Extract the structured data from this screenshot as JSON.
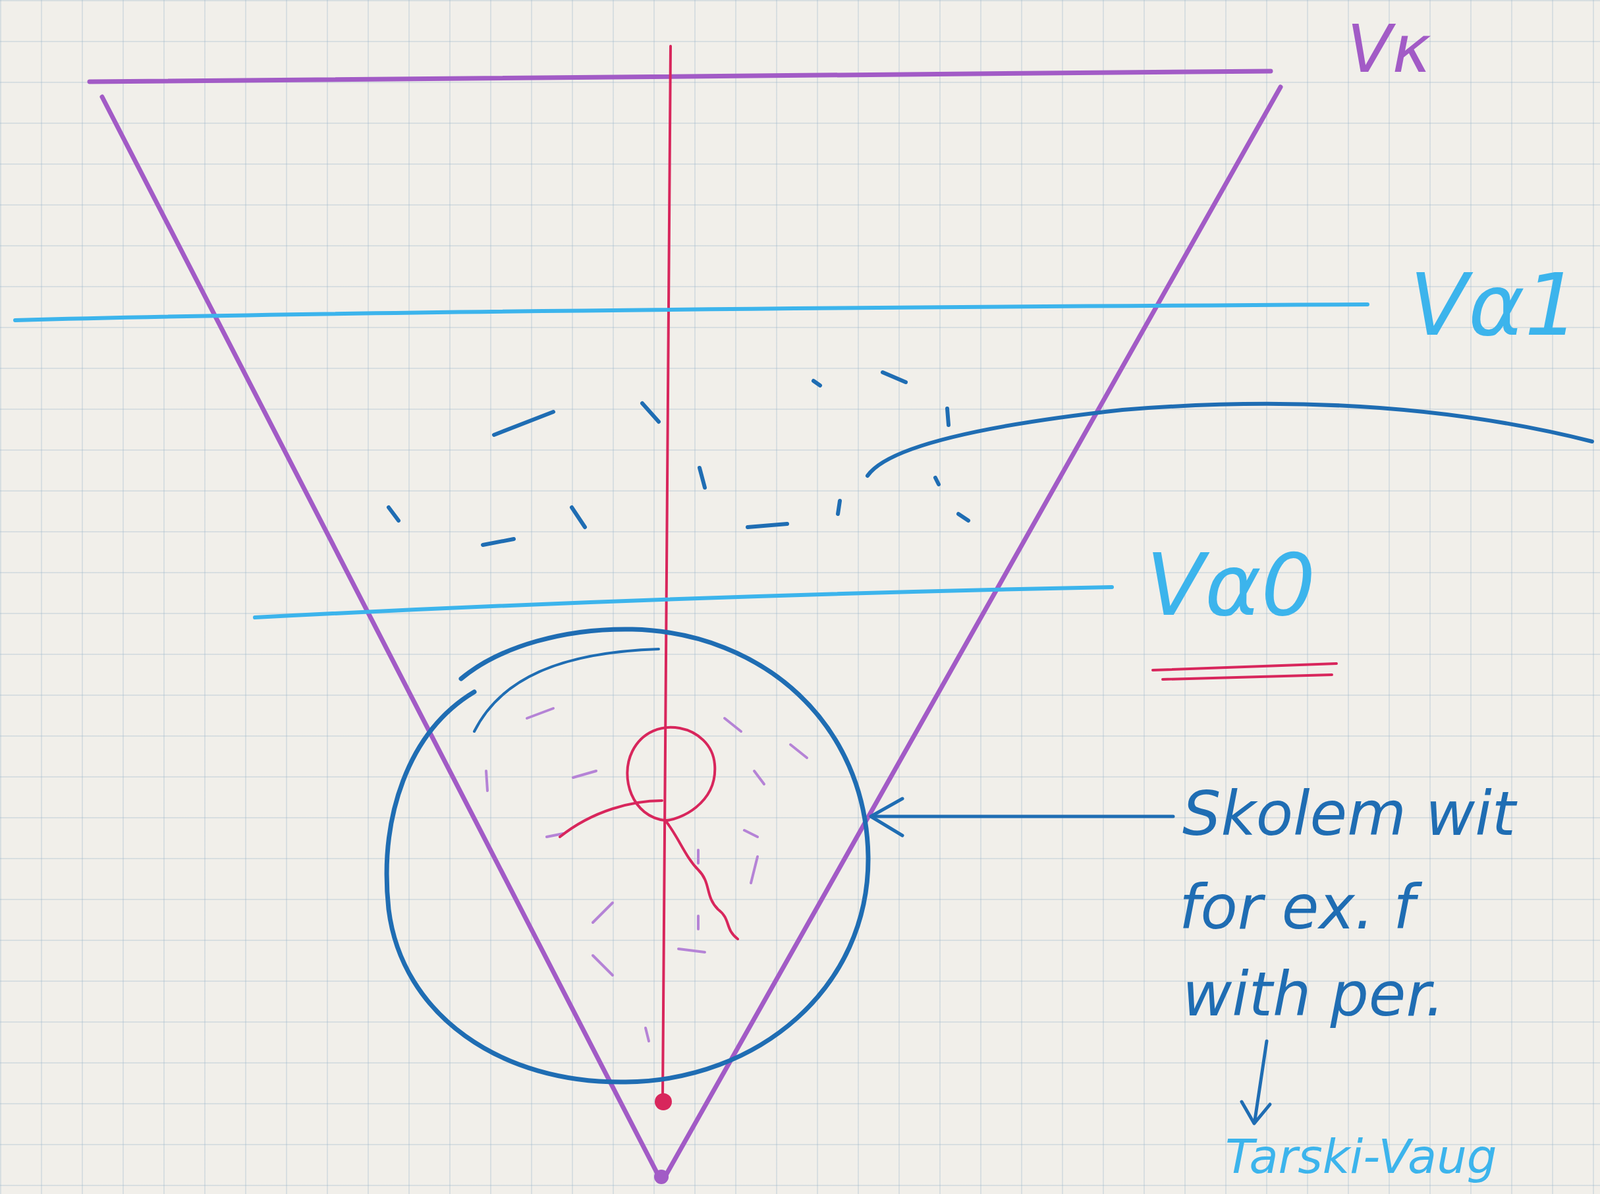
{
  "diagram": {
    "labels": [
      "Vκ",
      "Vα1",
      "Vα0",
      "Skolem wit",
      "for ex. f",
      "with per.",
      "Tarski-Vaug"
    ]
  }
}
